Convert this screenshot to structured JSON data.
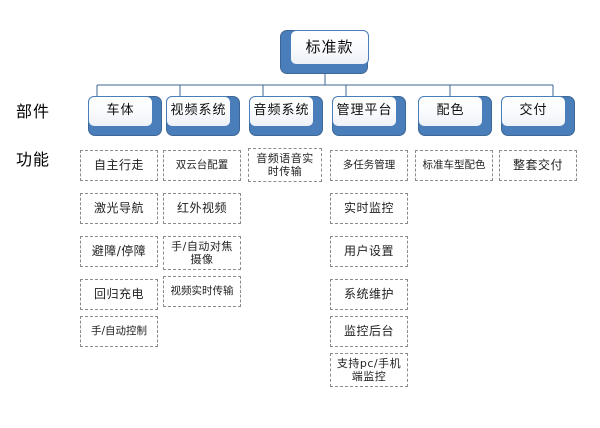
{
  "diagram": {
    "root": {
      "label": "标准款"
    },
    "row_labels": {
      "parts": "部件",
      "functions": "功能"
    },
    "columns": [
      {
        "id": "vehicle-body",
        "category": "车体",
        "functions": [
          "自主行走",
          "激光导航",
          "避障/停障",
          "回归充电",
          "手/自动控制"
        ]
      },
      {
        "id": "video-system",
        "category": "视频系统",
        "functions": [
          "双云台配置",
          "红外视频",
          "手/自动对焦摄像",
          "视频实时传输"
        ]
      },
      {
        "id": "audio-system",
        "category": "音频系统",
        "functions": [
          "音频语音实时传输"
        ]
      },
      {
        "id": "management-platform",
        "category": "管理平台",
        "functions": [
          "多任务管理",
          "实时监控",
          "用户设置",
          "系统维护",
          "监控后台",
          "支持pc/手机端监控"
        ]
      },
      {
        "id": "color-scheme",
        "category": "配色",
        "functions": [
          "标准车型配色"
        ]
      },
      {
        "id": "delivery",
        "category": "交付",
        "functions": [
          "整套交付"
        ]
      }
    ]
  },
  "colors": {
    "node_fill": "#4a7ebb",
    "node_face": "#ffffff",
    "connector": "#3d6795",
    "dashed_border": "#8c8c8c",
    "background": "#ffffff",
    "text": "#0d0d0d"
  }
}
